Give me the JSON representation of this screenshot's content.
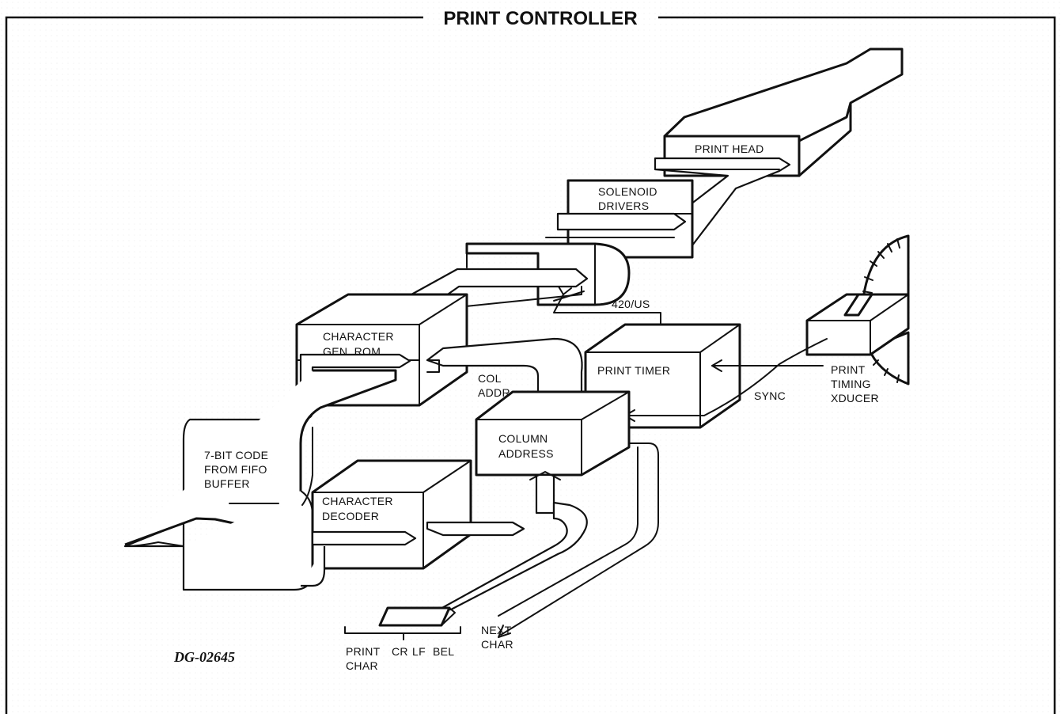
{
  "title": "PRINT CONTROLLER",
  "figure_id": "DG-02645",
  "blocks": {
    "print_head": "PRINT HEAD",
    "solenoid_line1": "SOLENOID",
    "solenoid_line2": "DRIVERS",
    "char_gen_line1": "CHARACTER",
    "char_gen_line2": "GEN. ROM",
    "print_timer": "PRINT  TIMER",
    "column_line1": "COLUMN",
    "column_line2": "ADDRESS",
    "decoder_line1": "CHARACTER",
    "decoder_line2": "DECODER",
    "fifo_line1": "7-BIT CODE",
    "fifo_line2": "FROM FIFO",
    "fifo_line3": "BUFFER",
    "xducer_line1": "PRINT",
    "xducer_line2": "TIMING",
    "xducer_line3": "XDUCER"
  },
  "signals": {
    "rate": "420/US",
    "col_line1": "COL",
    "col_line2": "ADDR",
    "sync": "SYNC",
    "next_line1": "NEXT",
    "next_line2": "CHAR"
  },
  "outputs": {
    "print_line1": "PRINT",
    "print_line2": "CHAR",
    "cr": "CR",
    "lf": "LF",
    "bel": "BEL"
  }
}
